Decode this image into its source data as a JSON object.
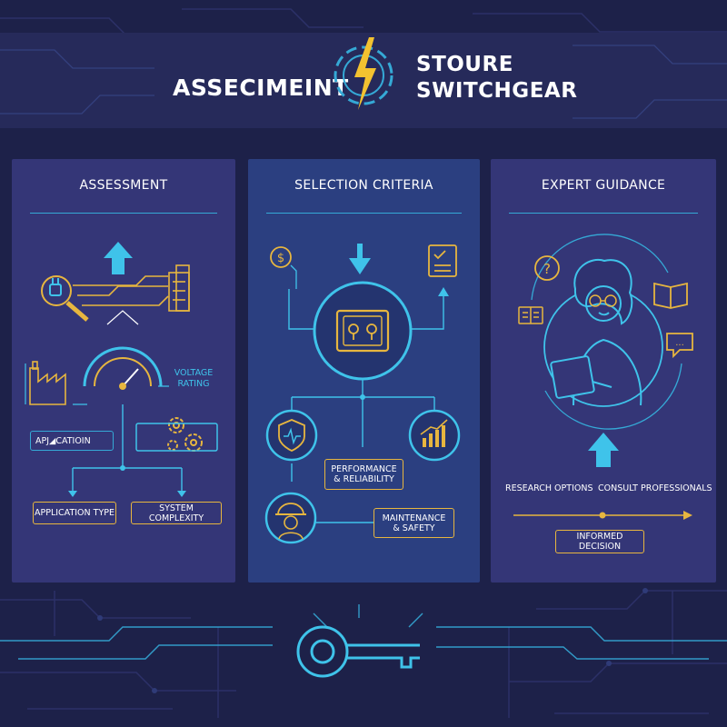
{
  "header": {
    "title_left": "ASSECIMEINT",
    "title_right_line1": "STOURE",
    "title_right_line2": "SWITCHGEAR"
  },
  "panels": {
    "assessment": {
      "title": "ASSESSMENT",
      "voltage_line1": "VOLTAGE",
      "voltage_line2": "RATING",
      "application_box": "APJ◢CATIOIN",
      "application_type": "APPLICATION TYPE",
      "system_complexity": "SYSTEM COMPLEXITY"
    },
    "selection": {
      "title": "SELECTION CRITERIA",
      "performance_line1": "PERFORMANCE",
      "performance_line2": "& RELIABILITY",
      "maintenance_line1": "MAINTENANCE",
      "maintenance_line2": "& SAFETY"
    },
    "guidance": {
      "title": "EXPERT GUIDANCE",
      "research": "RESEARCH OPTIONS",
      "consult": "CONSULT PROFESSIONALS",
      "decision": "INFORMED DECISION"
    }
  },
  "colors": {
    "background": "#1d2149",
    "panel": "#343677",
    "panel_center": "#2b3f80",
    "cyan": "#35a9d6",
    "gold": "#e7b63f"
  },
  "icons": [
    "gear-bolt-icon",
    "plug-magnifier-icon",
    "building-icon",
    "factory-icon",
    "gauge-icon",
    "gears-icon",
    "dollar-icon",
    "checklist-icon",
    "switchgear-cabinet-icon",
    "shield-icon",
    "growth-chart-icon",
    "engineer-icon",
    "question-icon",
    "book-icon",
    "chat-icon",
    "expert-with-tablet-icon",
    "key-icon"
  ]
}
